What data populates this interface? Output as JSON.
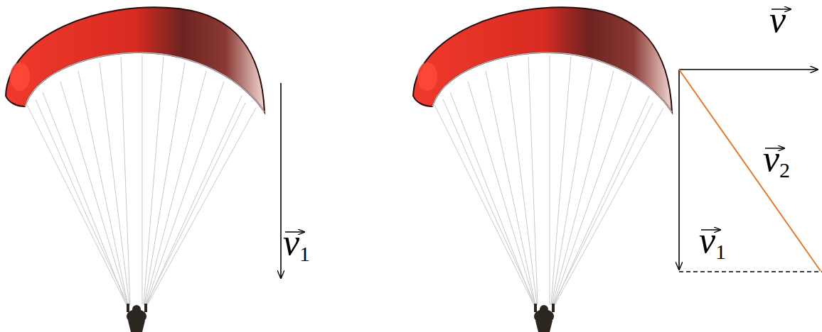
{
  "diagram": {
    "labels": [
      "v1",
      "v",
      "v2",
      "v1"
    ]
  }
}
